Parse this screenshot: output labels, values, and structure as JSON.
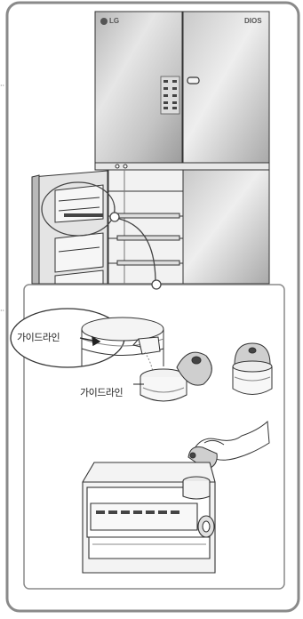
{
  "labels": {
    "guide_line_zoom": "가이드라인",
    "guide_line_container": "가이드라인"
  },
  "brand": {
    "logo": "LG",
    "model_badge": "DIOS"
  },
  "colors": {
    "frame": "#8a8a8a",
    "line": "#333333",
    "fridge_body": "#d4d4d4",
    "door_shadow": "#a8a8a8",
    "inner_panel": "#ffffff"
  },
  "icons": {
    "pitcher": "pitcher-icon",
    "hand": "hand-icon",
    "logo": "lg-logo-icon"
  }
}
